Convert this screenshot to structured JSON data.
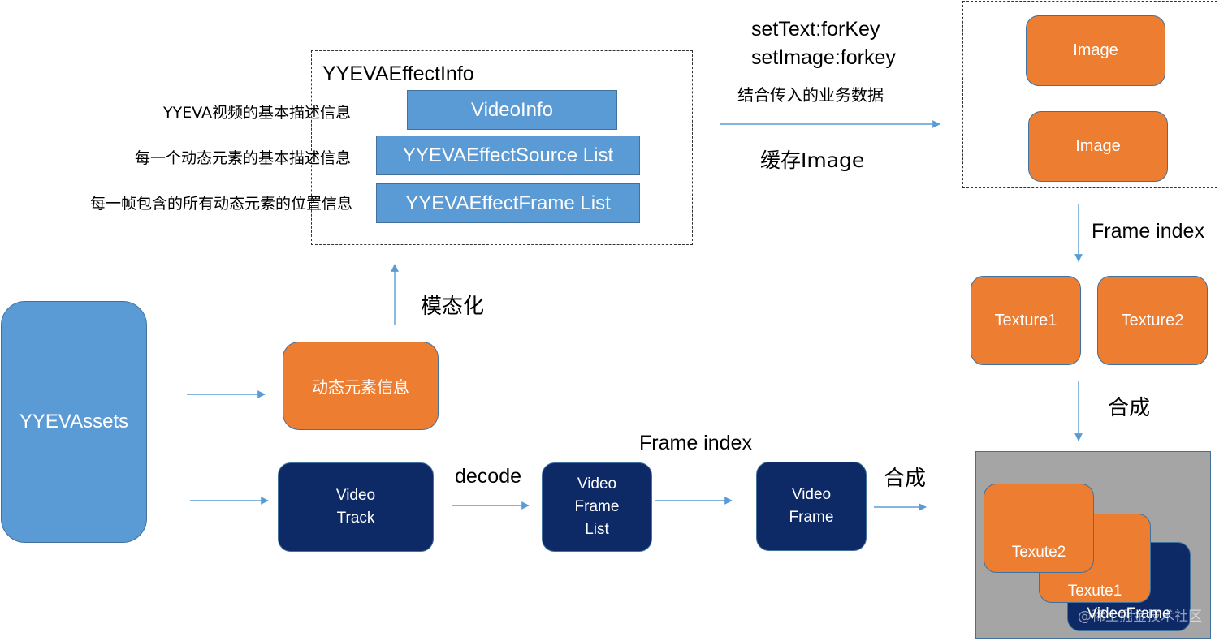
{
  "effect_info": {
    "title": "YYEVAEffectInfo",
    "bars": [
      "VideoInfo",
      "YYEVAEffectSource List",
      "YYEVAEffectFrame List"
    ],
    "descriptions": [
      "YYEVA视频的基本描述信息",
      "每一个动态元素的基本描述信息",
      "每一帧包含的所有动态元素的位置信息"
    ]
  },
  "business": {
    "line1": "setText:forKey",
    "line2": "setImage:forkey",
    "note": "结合传入的业务数据",
    "cache": "缓存Image"
  },
  "images": [
    "Image",
    "Image"
  ],
  "frame_index_right": "Frame index",
  "textures": [
    "Texture1",
    "Texture2"
  ],
  "compose_right": "合成",
  "assets": "YYEVAssets",
  "modalize": "模态化",
  "dynamic_info": "动态元素信息",
  "video_track": "Video\nTrack",
  "decode": "decode",
  "video_frame_list": "Video\nFrame\nList",
  "frame_index_bottom": "Frame index",
  "video_frame": "Video\nFrame",
  "compose_bottom": "合成",
  "composite": {
    "texute2": "Texute2",
    "texute1": "Texute1",
    "videoframe": "VideoFrame"
  },
  "watermark": "@稀土掘金技术社区",
  "colors": {
    "orange": "#ed7d31",
    "navy": "#0e2a66",
    "blue": "#5b9bd5",
    "arrow": "#5b9bd5",
    "gray": "#a5a5a5"
  }
}
